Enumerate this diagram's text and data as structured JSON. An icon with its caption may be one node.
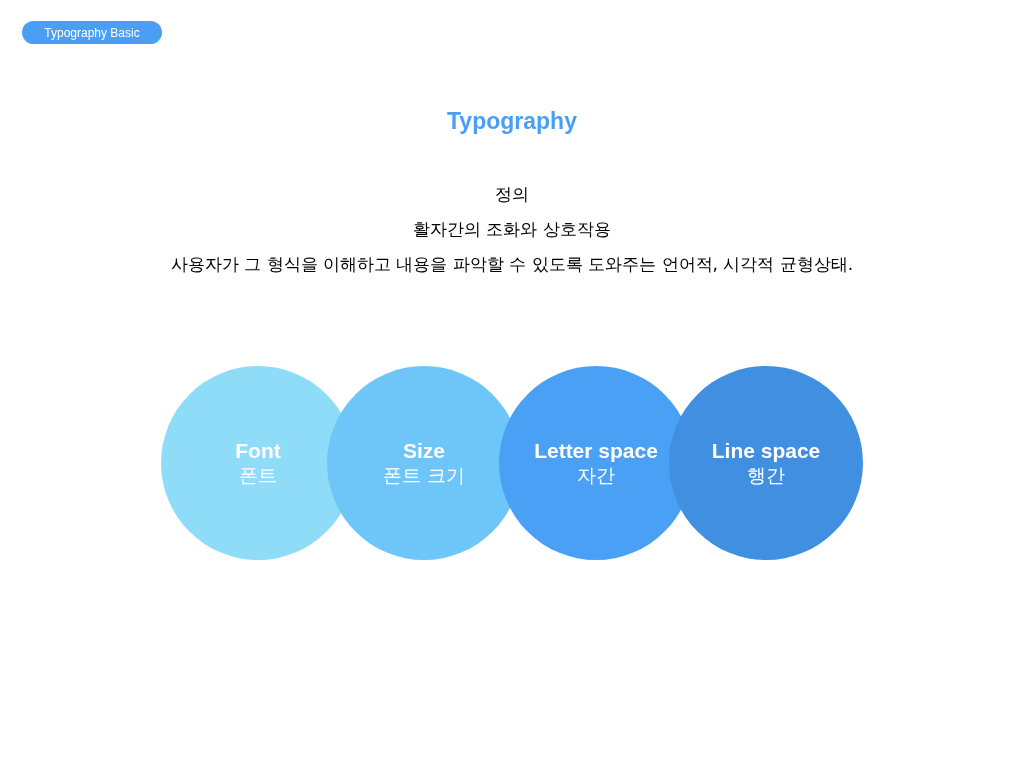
{
  "diagram": {
    "title": "Typography",
    "nodes": [
      {
        "text": [
          "Typography Basic"
        ]
      },
      {
        "text": [
          "Font",
          "폰트"
        ]
      },
      {
        "text": [
          "Size",
          "폰트 크기"
        ]
      },
      {
        "text": [
          "Letter space",
          "자간"
        ]
      },
      {
        "text": [
          "Line space",
          "행간"
        ]
      }
    ],
    "labels": [
      "정의",
      "활자간의 조화와 상호작용",
      "사용자가 그 형식을 이해하고 내용을 파악할 수 있도록 도와주는 언어적, 시각적 균형상태."
    ]
  }
}
